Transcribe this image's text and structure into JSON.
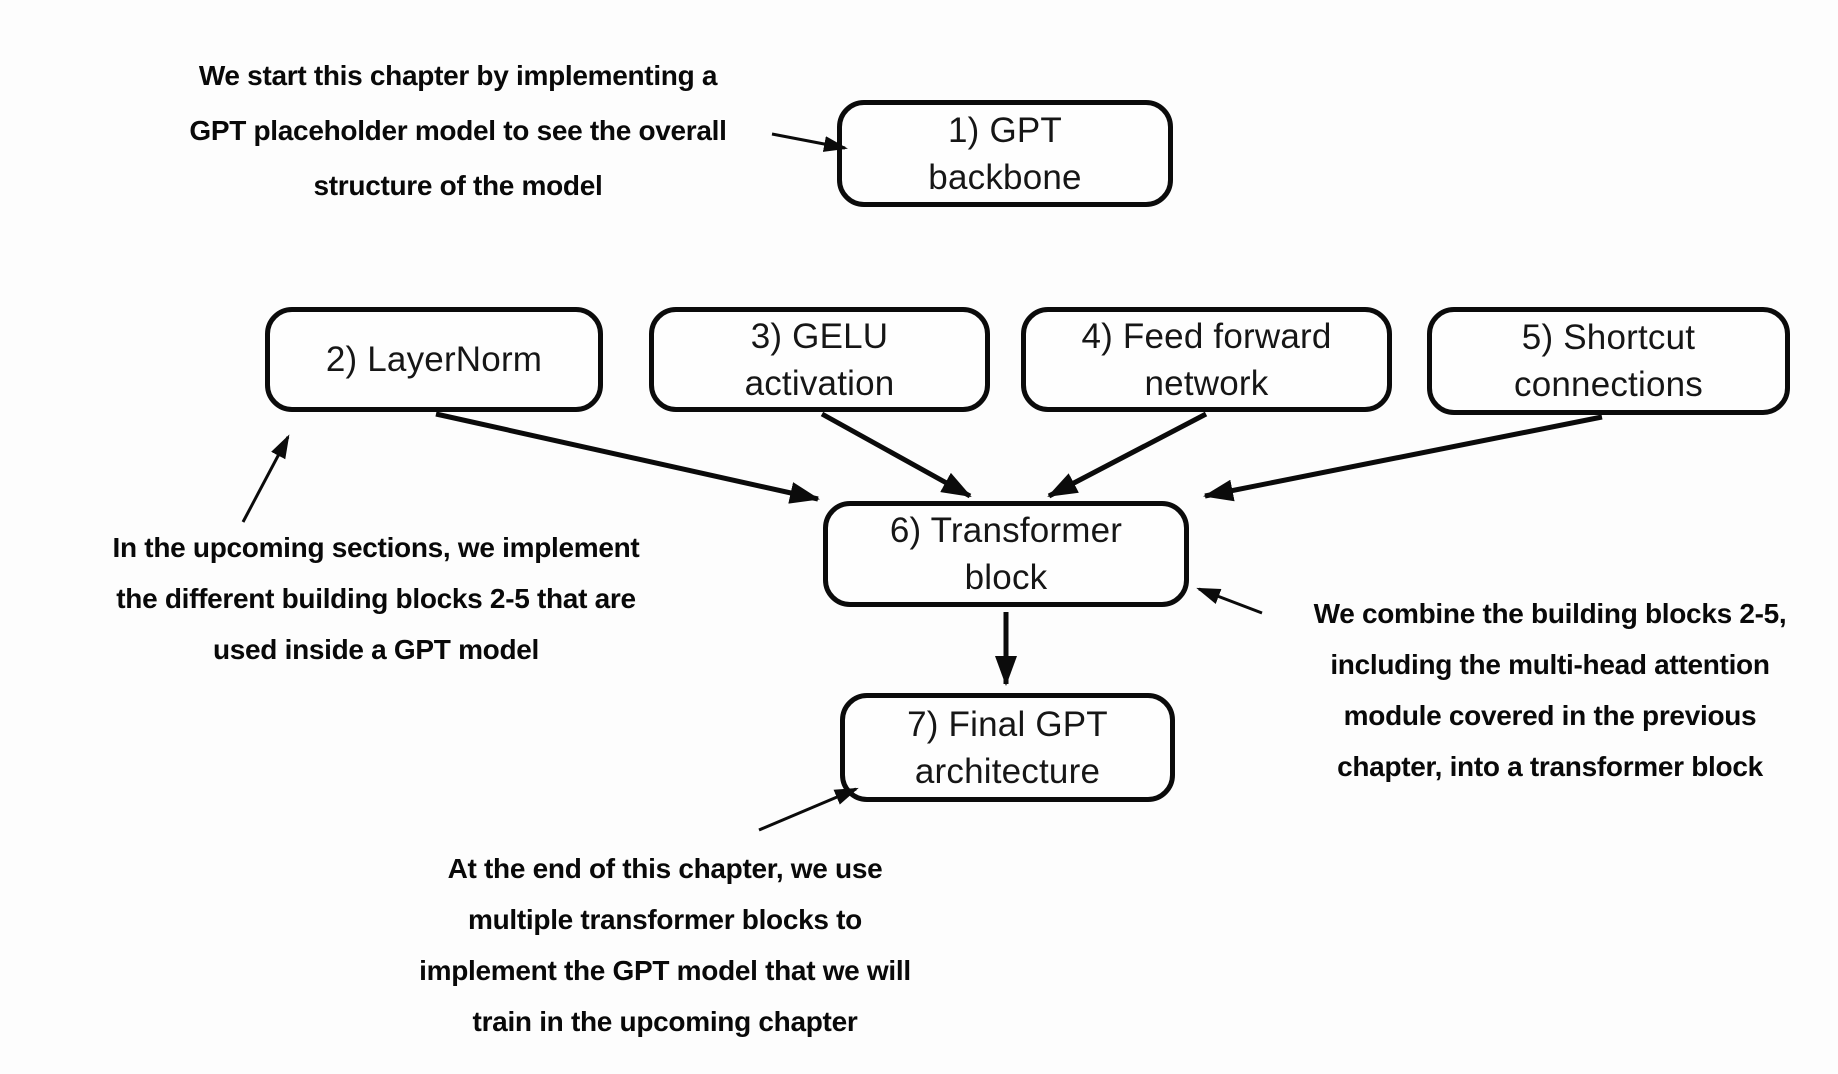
{
  "colors": {
    "ink": "#0b0b0b",
    "background": "#fdfdfd",
    "node_fill": "#fefefe"
  },
  "boxes": [
    {
      "id": "gpt-backbone",
      "lines": [
        "1) GPT",
        "backbone"
      ]
    },
    {
      "id": "layernorm",
      "lines": [
        "2) LayerNorm"
      ]
    },
    {
      "id": "gelu-activation",
      "lines": [
        "3) GELU",
        "activation"
      ]
    },
    {
      "id": "feed-forward-network",
      "lines": [
        "4) Feed forward",
        "network"
      ]
    },
    {
      "id": "shortcut-connections",
      "lines": [
        "5) Shortcut",
        "connections"
      ]
    },
    {
      "id": "transformer-block",
      "lines": [
        "6) Transformer",
        "block"
      ]
    },
    {
      "id": "final-gpt-architecture",
      "lines": [
        "7) Final GPT",
        "architecture"
      ]
    }
  ],
  "annotations": {
    "top_left": {
      "lines": [
        "We start this chapter by implementing a",
        "GPT placeholder model to see the overall",
        "structure of the model"
      ]
    },
    "left": {
      "lines": [
        "In the upcoming sections, we implement",
        "the different building blocks 2-5 that are",
        "used inside a GPT model"
      ]
    },
    "right": {
      "lines": [
        "We combine the building blocks 2-5,",
        "including the multi-head attention",
        "module covered in the previous",
        "chapter, into a transformer block"
      ]
    },
    "bottom": {
      "lines": [
        "At the end of this chapter, we use",
        "multiple transformer blocks to",
        "implement the GPT model that we will",
        "train in the upcoming chapter"
      ]
    }
  }
}
